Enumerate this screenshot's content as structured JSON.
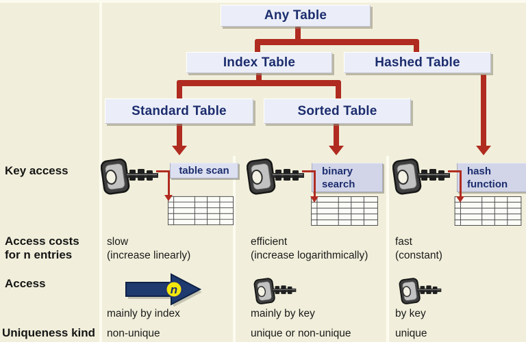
{
  "title": "ABAP internal table types overview diagram",
  "colors": {
    "background": "#f1efdb",
    "accent_red": "#b02b20",
    "node_fill": "#ebeef8",
    "method_box_fill": "#d2d5e8",
    "navy_text": "#1c2d6e",
    "blue_arrow": "#1e3a6e",
    "yellow_badge": "#f2e70c"
  },
  "tree": {
    "root_label": "Any Table",
    "level2": [
      {
        "label": "Index Table"
      },
      {
        "label": "Hashed Table"
      }
    ],
    "level3": [
      {
        "label": "Standard Table"
      },
      {
        "label": "Sorted Table"
      }
    ]
  },
  "rows": {
    "key_access": {
      "label": "Key access"
    },
    "access_costs": {
      "label_line1": "Access costs",
      "label_line2": "for n entries"
    },
    "access": {
      "label": "Access"
    },
    "uniqueness": {
      "label": "Uniqueness kind"
    }
  },
  "columns": [
    {
      "table_type": "Standard Table",
      "key_access_method": "table scan",
      "key_access_icon": "key-icon",
      "access_cost": "slow",
      "access_cost_detail": "(increase linearly)",
      "access_icon": "index-arrow-with-n-icon",
      "access_icon_letter": "n",
      "access_by": "mainly by index",
      "uniqueness": "non-unique"
    },
    {
      "table_type": "Sorted Table",
      "key_access_method": "binary search",
      "key_access_icon": "key-icon",
      "access_cost": "efficient",
      "access_cost_detail": "(increase logarithmically)",
      "access_icon": "key-icon",
      "access_by": "mainly by key",
      "uniqueness": "unique or non-unique"
    },
    {
      "table_type": "Hashed Table",
      "key_access_method": "hash function",
      "key_access_icon": "key-icon",
      "access_cost": "fast",
      "access_cost_detail": "(constant)",
      "access_icon": "key-icon",
      "access_by": "by key",
      "uniqueness": "unique"
    }
  ]
}
